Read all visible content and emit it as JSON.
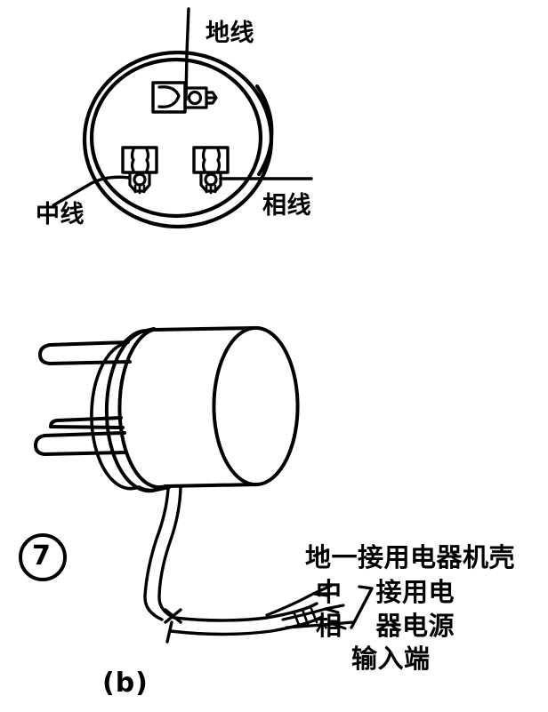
{
  "figure": {
    "caption": "(b)",
    "index_number": "7",
    "index_shape": "circled-number",
    "ink_color": "#000000",
    "background_color": "#ffffff"
  },
  "socket_view": {
    "name": "three-pin round socket face",
    "labels": {
      "ground": "地线",
      "neutral": "中线",
      "live": "相线"
    },
    "terminals": [
      {
        "id": "ground-terminal",
        "position": "top-center",
        "label_ref": "ground"
      },
      {
        "id": "neutral-terminal",
        "position": "bottom-left",
        "label_ref": "neutral"
      },
      {
        "id": "live-terminal",
        "position": "bottom-right",
        "label_ref": "live"
      }
    ]
  },
  "plug_view": {
    "name": "three-prong cylindrical plug with cable",
    "prong_count": 3,
    "annotation": {
      "line_1": "地一接用电器机壳",
      "line_2": "中",
      "line_2_cont": "接用电",
      "line_3": "相",
      "line_3_cont": "器电源",
      "line_4": "输入端",
      "brace_upper": "⌐",
      "brace_lower": "⌐"
    },
    "wire_ends": [
      {
        "id": "wire-ground",
        "label": "地"
      },
      {
        "id": "wire-neutral",
        "label": "中"
      },
      {
        "id": "wire-live",
        "label": "相"
      }
    ]
  }
}
